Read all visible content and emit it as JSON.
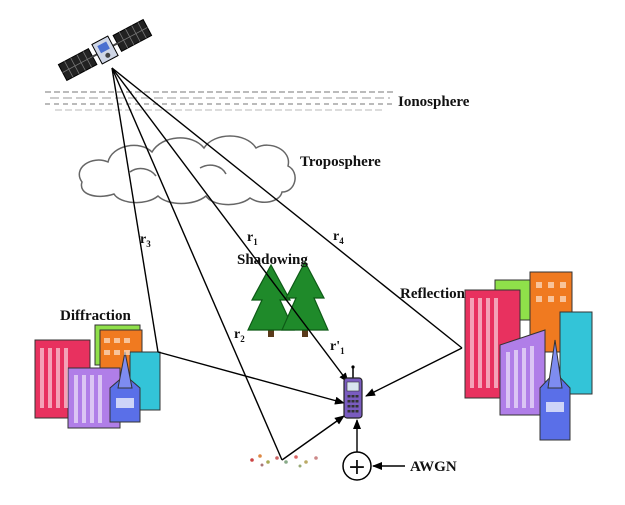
{
  "labels": {
    "ionosphere": "Ionosphere",
    "troposphere": "Troposphere",
    "shadowing": "Shadowing",
    "reflection": "Reflection",
    "diffraction": "Diffraction",
    "awgn": "AWGN",
    "plus": "+"
  },
  "rays": {
    "r3": {
      "base": "r",
      "sub": "3"
    },
    "r1": {
      "base": "r",
      "sub": "1"
    },
    "r4": {
      "base": "r",
      "sub": "4"
    },
    "r2": {
      "base": "r",
      "sub": "2"
    },
    "r1p": {
      "base": "r'",
      "sub": "1"
    }
  },
  "colors": {
    "ray": "#000000",
    "cloud": "#555555",
    "tree": "#1f8a2a",
    "tree_dark": "#0d5a16",
    "building_red": "#e8315f",
    "building_orange": "#f07a20",
    "building_purple": "#b07ee8",
    "building_cyan": "#33c4d8",
    "building_green": "#8fe04a",
    "building_blue": "#5a6fe8",
    "phone": "#7a5cc0"
  }
}
